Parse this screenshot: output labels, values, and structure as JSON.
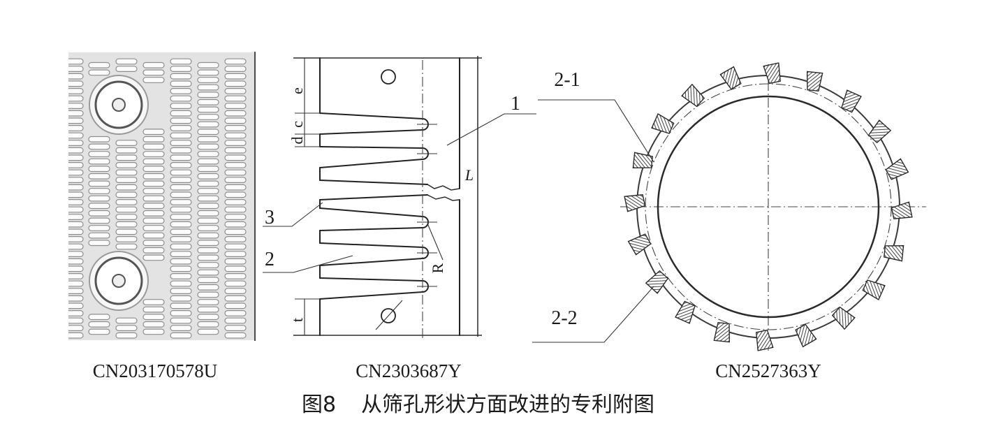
{
  "figure": {
    "label": "图8",
    "title": "从筛孔形状方面改进的专利附图"
  },
  "panels": {
    "left": {
      "caption": "CN203170578U"
    },
    "middle": {
      "caption": "CN2303687Y",
      "labels": {
        "dim_e": "e",
        "dim_c": "c",
        "dim_d": "d",
        "dim_t": "t",
        "part_1": "1",
        "length": "L",
        "part_3": "3",
        "part_2": "2",
        "radius": "R"
      }
    },
    "right": {
      "caption": "CN2527363Y",
      "labels": {
        "part_2_1": "2-1",
        "part_2_2": "2-2"
      }
    }
  }
}
